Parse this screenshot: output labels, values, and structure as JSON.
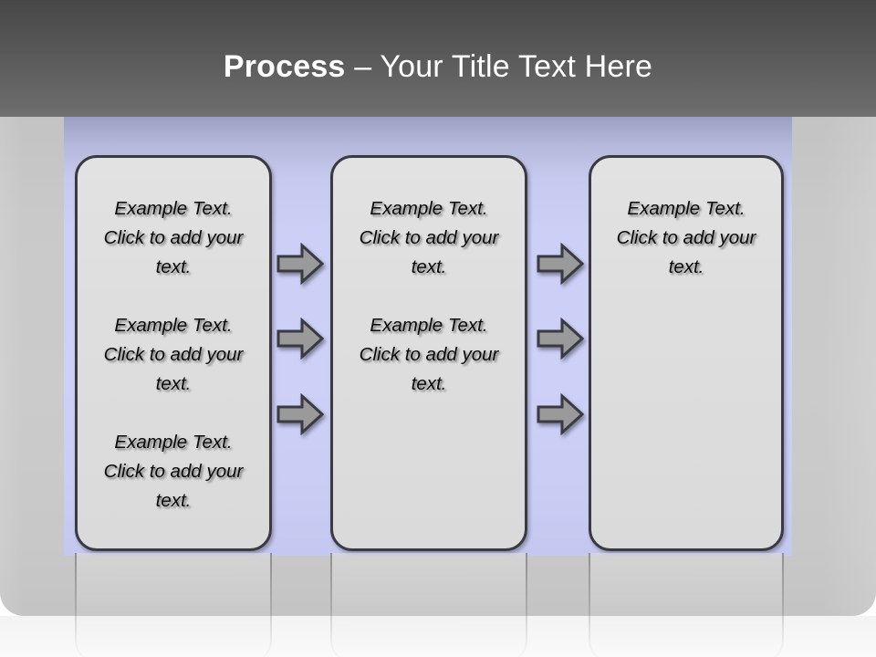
{
  "slide": {
    "title_bold": "Process",
    "title_rest": " – Your Title Text Here",
    "colors": {
      "header_dark": "#474747",
      "header_light": "#717171",
      "panel_lavender": "#cdd1f8",
      "box_fill": "#dedede",
      "box_border": "#3a3a42",
      "arrow_fill": "#9a9a9a",
      "arrow_border": "#3a3a42",
      "slide_gray": "#c8c8c8",
      "text_color": "#0a0a0a",
      "title_color": "#ffffff"
    }
  },
  "boxes": [
    {
      "name": "process-box-1",
      "texts": [
        "Example Text. Click  to add your text.",
        "Example Text. Click  to add your text.",
        "Example Text. Click  to add your text."
      ]
    },
    {
      "name": "process-box-2",
      "texts": [
        "Example Text. Click  to add your text.",
        "Example Text. Click  to add your text."
      ]
    },
    {
      "name": "process-box-3",
      "texts": [
        "Example Text. Click  to add your text."
      ]
    }
  ],
  "arrows": [
    {
      "name": "arrow-right-1-1",
      "icon": "arrow-right-icon",
      "column": "a",
      "row": 1
    },
    {
      "name": "arrow-right-1-2",
      "icon": "arrow-right-icon",
      "column": "a",
      "row": 2
    },
    {
      "name": "arrow-right-1-3",
      "icon": "arrow-right-icon",
      "column": "a",
      "row": 3
    },
    {
      "name": "arrow-right-2-1",
      "icon": "arrow-right-icon",
      "column": "b",
      "row": 1
    },
    {
      "name": "arrow-right-2-2",
      "icon": "arrow-right-icon",
      "column": "b",
      "row": 2
    },
    {
      "name": "arrow-right-2-3",
      "icon": "arrow-right-icon",
      "column": "b",
      "row": 3
    }
  ]
}
